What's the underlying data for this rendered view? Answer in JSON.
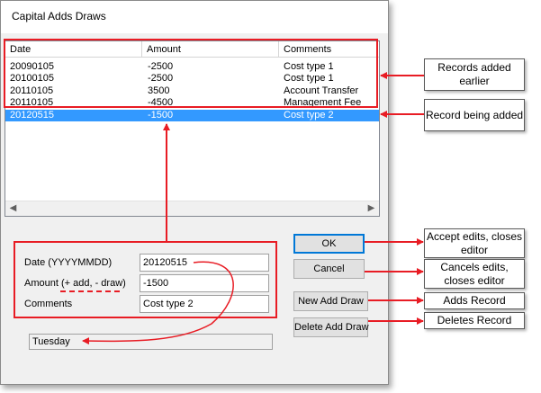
{
  "window": {
    "title": "Capital Adds Draws"
  },
  "list": {
    "columns": [
      "Date",
      "Amount",
      "Comments"
    ],
    "rows": [
      {
        "date": "20090105",
        "amount": "-2500",
        "comment": "Cost type 1"
      },
      {
        "date": "20100105",
        "amount": "-2500",
        "comment": "Cost type 1"
      },
      {
        "date": "20110105",
        "amount": "3500",
        "comment": "Account Transfer"
      },
      {
        "date": "20110105",
        "amount": "-4500",
        "comment": "Management Fee"
      },
      {
        "date": "20120515",
        "amount": "-1500",
        "comment": "Cost type 2",
        "selected": true
      }
    ]
  },
  "form": {
    "date_label": "Date (YYYYMMDD)",
    "date_value": "20120515",
    "amount_label_prefix": "Amount ",
    "amount_label_hint": "(+ add, - draw)",
    "amount_value": "-1500",
    "comments_label": "Comments",
    "comments_value": "Cost type 2",
    "weekday": "Tuesday"
  },
  "buttons": {
    "ok": "OK",
    "cancel": "Cancel",
    "new": "New Add Draw",
    "delete": "Delete Add Draw"
  },
  "callouts": {
    "records_added": "Records added earlier",
    "record_being_added": "Record being added",
    "accept": "Accept edits, closes editor",
    "cancels": "Cancels edits, closes editor",
    "adds": "Adds Record",
    "deletes": "Deletes Record"
  },
  "colors": {
    "annotation": "#e81c24",
    "selection": "#3399ff"
  }
}
